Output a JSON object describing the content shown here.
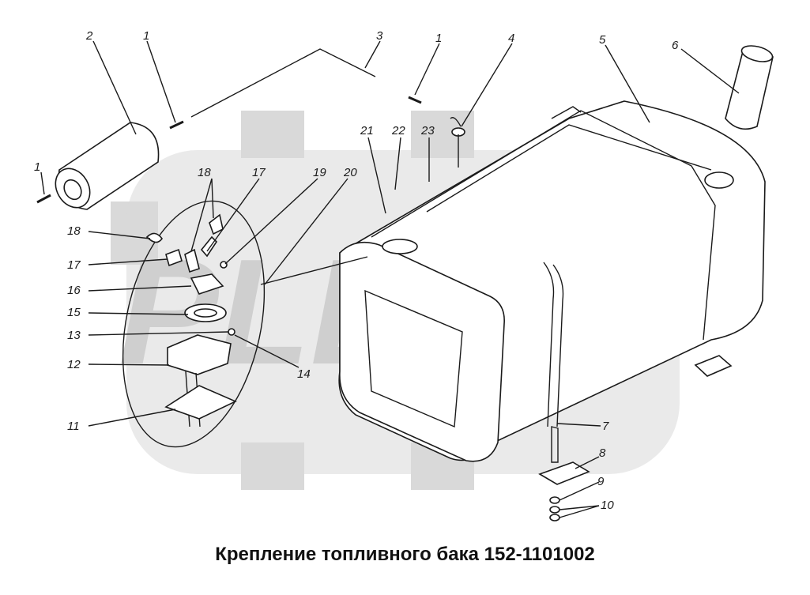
{
  "caption": "Крепление топливного бака 152-1101002",
  "watermark": {
    "text": "PLEX"
  },
  "colors": {
    "ink": "#1a1a1a",
    "watermark": "#d9d9d9",
    "background": "#ffffff"
  },
  "callouts": {
    "c1a": "1",
    "c1b": "1",
    "c1c": "1",
    "c2": "2",
    "c3": "3",
    "c4": "4",
    "c5": "5",
    "c6": "6",
    "c7": "7",
    "c8": "8",
    "c9": "9",
    "c10": "10",
    "c11": "11",
    "c12": "12",
    "c13": "13",
    "c14": "14",
    "c15": "15",
    "c16": "16",
    "c17a": "17",
    "c17b": "17",
    "c18a": "18",
    "c18b": "18",
    "c19": "19",
    "c20": "20",
    "c21": "21",
    "c22": "22",
    "c23": "23"
  }
}
